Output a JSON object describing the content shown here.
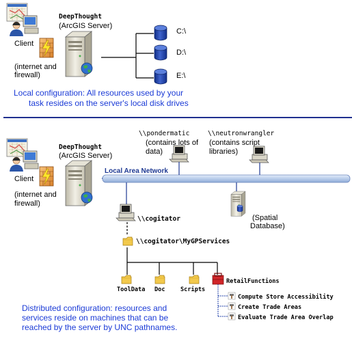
{
  "colors": {
    "caption": "#1a3ad6",
    "divider": "#1f2f8f",
    "lan_bar": "#c4d6f0",
    "lan_label": "#1f3a93",
    "disk": "#1f3fa8",
    "folder": "#f2c94c",
    "toolbox": "#d0262a"
  },
  "top": {
    "server_name": "DeepThought",
    "server_sub": "(ArcGIS Server)",
    "client_label": "Client",
    "firewall_line1": "(internet and",
    "firewall_line2": "firewall)",
    "drives": [
      "C:\\",
      "D:\\",
      "E:\\"
    ],
    "caption_line1": "Local configuration: All resources used by your",
    "caption_line2": "task resides on the server's local disk drives"
  },
  "bottom": {
    "server_name": "DeepThought",
    "server_sub": "(ArcGIS Server)",
    "client_label": "Client",
    "firewall_line1": "(internet and",
    "firewall_line2": "firewall)",
    "lan_label": "Local Area Network",
    "pondermatic": {
      "name": "\\\\pondermatic",
      "line1": "(contains lots of",
      "line2": "data)"
    },
    "neutron": {
      "name": "\\\\neutronwrangler",
      "line1": "(contains script",
      "line2": "libraries)"
    },
    "spatial_line1": "(Spatial",
    "spatial_line2": "Database)",
    "cogitator": "\\\\cogitator",
    "share": "\\\\cogitator\\MyGPServices",
    "folders": [
      "ToolData",
      "Doc",
      "Scripts"
    ],
    "toolbox": "RetailFunctions",
    "tools": [
      "Compute Store Accessibility",
      "Create Trade Areas",
      "Evaluate Trade Area Overlap"
    ],
    "caption_line1": "Distributed configuration: resources and",
    "caption_line2": "services reside on machines that can be",
    "caption_line3": "reached by the server by UNC pathnames."
  }
}
